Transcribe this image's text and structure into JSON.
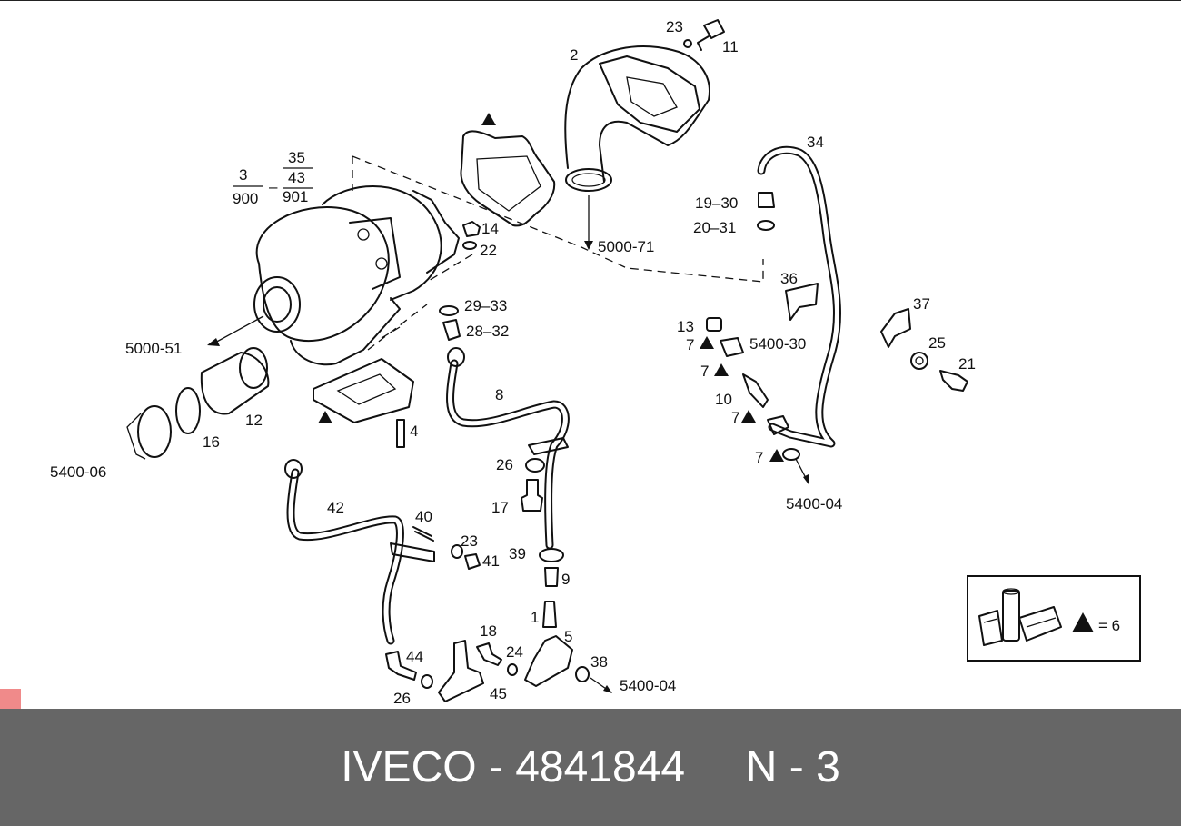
{
  "labels": {
    "l3": "3",
    "l900": "900",
    "l35": "35",
    "l43": "43",
    "l901": "901",
    "l2": "2",
    "l23a": "23",
    "l11": "11",
    "l14": "14",
    "l22": "22",
    "l5000_71": "5000-71",
    "l34": "34",
    "l19_30": "19–30",
    "l20_31": "20–31",
    "l5000_51": "5000-51",
    "l29_33": "29–33",
    "l28_32": "28–32",
    "l36": "36",
    "l37": "37",
    "l13": "13",
    "l7a": "7",
    "l5400_30": "5400-30",
    "l7b": "7",
    "l25": "25",
    "l21": "21",
    "l10": "10",
    "l7c": "7",
    "l8": "8",
    "l12": "12",
    "l16": "16",
    "l4": "4",
    "l5400_06": "5400-06",
    "l26a": "26",
    "l7d": "7",
    "l5400_04a": "5400-04",
    "l17": "17",
    "l42": "42",
    "l40": "40",
    "l23b": "23",
    "l41": "41",
    "l39": "39",
    "l9": "9",
    "l1": "1",
    "l5": "5",
    "l18": "18",
    "l44": "44",
    "l24": "24",
    "l38": "38",
    "l5400_04b": "5400-04",
    "l26b": "26",
    "l45": "45",
    "legend_eq": "= 6"
  },
  "legend": {
    "triangle_value": "= 6"
  },
  "footer": {
    "text": "IVECO - 4841844     N - 3"
  },
  "colors": {
    "footer_bg": "#666666",
    "corner_mark": "#f08a8a",
    "line": "#111111"
  }
}
